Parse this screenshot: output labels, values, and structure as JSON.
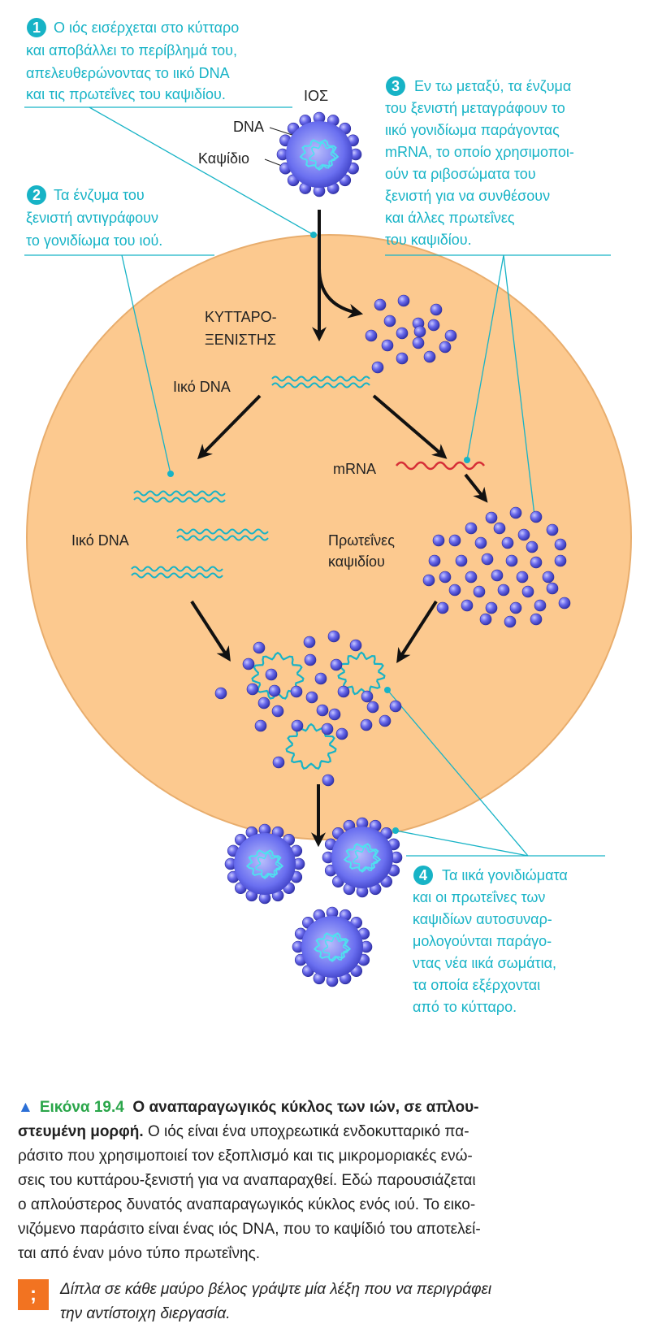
{
  "steps": [
    {
      "number": "1",
      "lines": [
        "Ο ιός εισέρχεται στο κύτταρο",
        "και αποβάλλει το περίβλημά του,",
        "απελευθερώνοντας το ιικό DNA",
        "και τις πρωτεΐνες του καψιδίου."
      ]
    },
    {
      "number": "2",
      "lines": [
        "Τα ένζυμα του",
        "ξενιστή αντιγράφουν",
        "το γονιδίωμα του ιού."
      ]
    },
    {
      "number": "3",
      "lines": [
        "Εν τω μεταξύ, τα ένζυμα",
        "του ξενιστή μεταγράφουν το",
        "ιικό γονιδίωμα παράγοντας",
        "mRNA, το οποίο χρησιμοποι-",
        "ούν τα ριβοσώματα του",
        "ξενιστή για να συνθέσουν",
        "και άλλες πρωτεΐνες",
        "του καψιδίου."
      ]
    },
    {
      "number": "4",
      "lines": [
        "Τα ιικά γονιδιώματα",
        "και οι πρωτεΐνες των",
        "καψιδίων αυτοσυναρ-",
        "μολογούνται παράγο-",
        "ντας νέα ιικά σωμάτια,",
        "τα οποία εξέρχονται",
        "από το κύτταρο."
      ]
    }
  ],
  "labels": {
    "virus": "ΙΟΣ",
    "dna": "DNA",
    "capsid": "Καψίδιο",
    "host_cell": [
      "ΚΥΤΤΑΡΟ-",
      "ΞΕΝΙΣΤΗΣ"
    ],
    "viral_dna_top": "Ιικό DNA",
    "viral_dna_left": "Ιικό DNA",
    "mrna": "mRNA",
    "capsid_proteins": [
      "Πρωτεΐνες",
      "καψιδίου"
    ]
  },
  "caption": {
    "figure_label": "Εικόνα 19.4",
    "title": "Ο αναπαραγωγικός κύκλος των ιών, σε απλου-",
    "title_2": "στευμένη μορφή.",
    "line_2_rest": " Ο ιός είναι ένα υποχρεωτικά ενδοκυτταρικό πα-",
    "lines": [
      "ράσιτο που χρησιμοποιεί τον εξοπλισμό και τις μικρομοριακές ενώ-",
      "σεις του κυττάρου-ξενιστή για να αναπαραχθεί. Εδώ παρουσιάζεται",
      "ο απλούστερος δυνατός αναπαραγωγικός κύκλος ενός ιού. Το εικο-",
      "νιζόμενο παράσιτο είναι ένας ιός DNA, που το καψίδιό του αποτελεί-",
      "ται από έναν μόνο τύπο πρωτεΐνης."
    ]
  },
  "question": {
    "badge": ";",
    "lines": [
      "Δίπλα σε κάθε μαύρο βέλος γράψτε μία λέξη που να περιγράφει",
      "την αντίστοιχη διεργασία."
    ]
  },
  "colors": {
    "cell": "#fcc98f",
    "cell_border": "#e8ad6d",
    "accent": "#17b3c6",
    "capsomere": "#5e5fe0",
    "mrna": "#d62f37",
    "figure_label": "#2aa64a",
    "question_badge": "#f27321"
  }
}
